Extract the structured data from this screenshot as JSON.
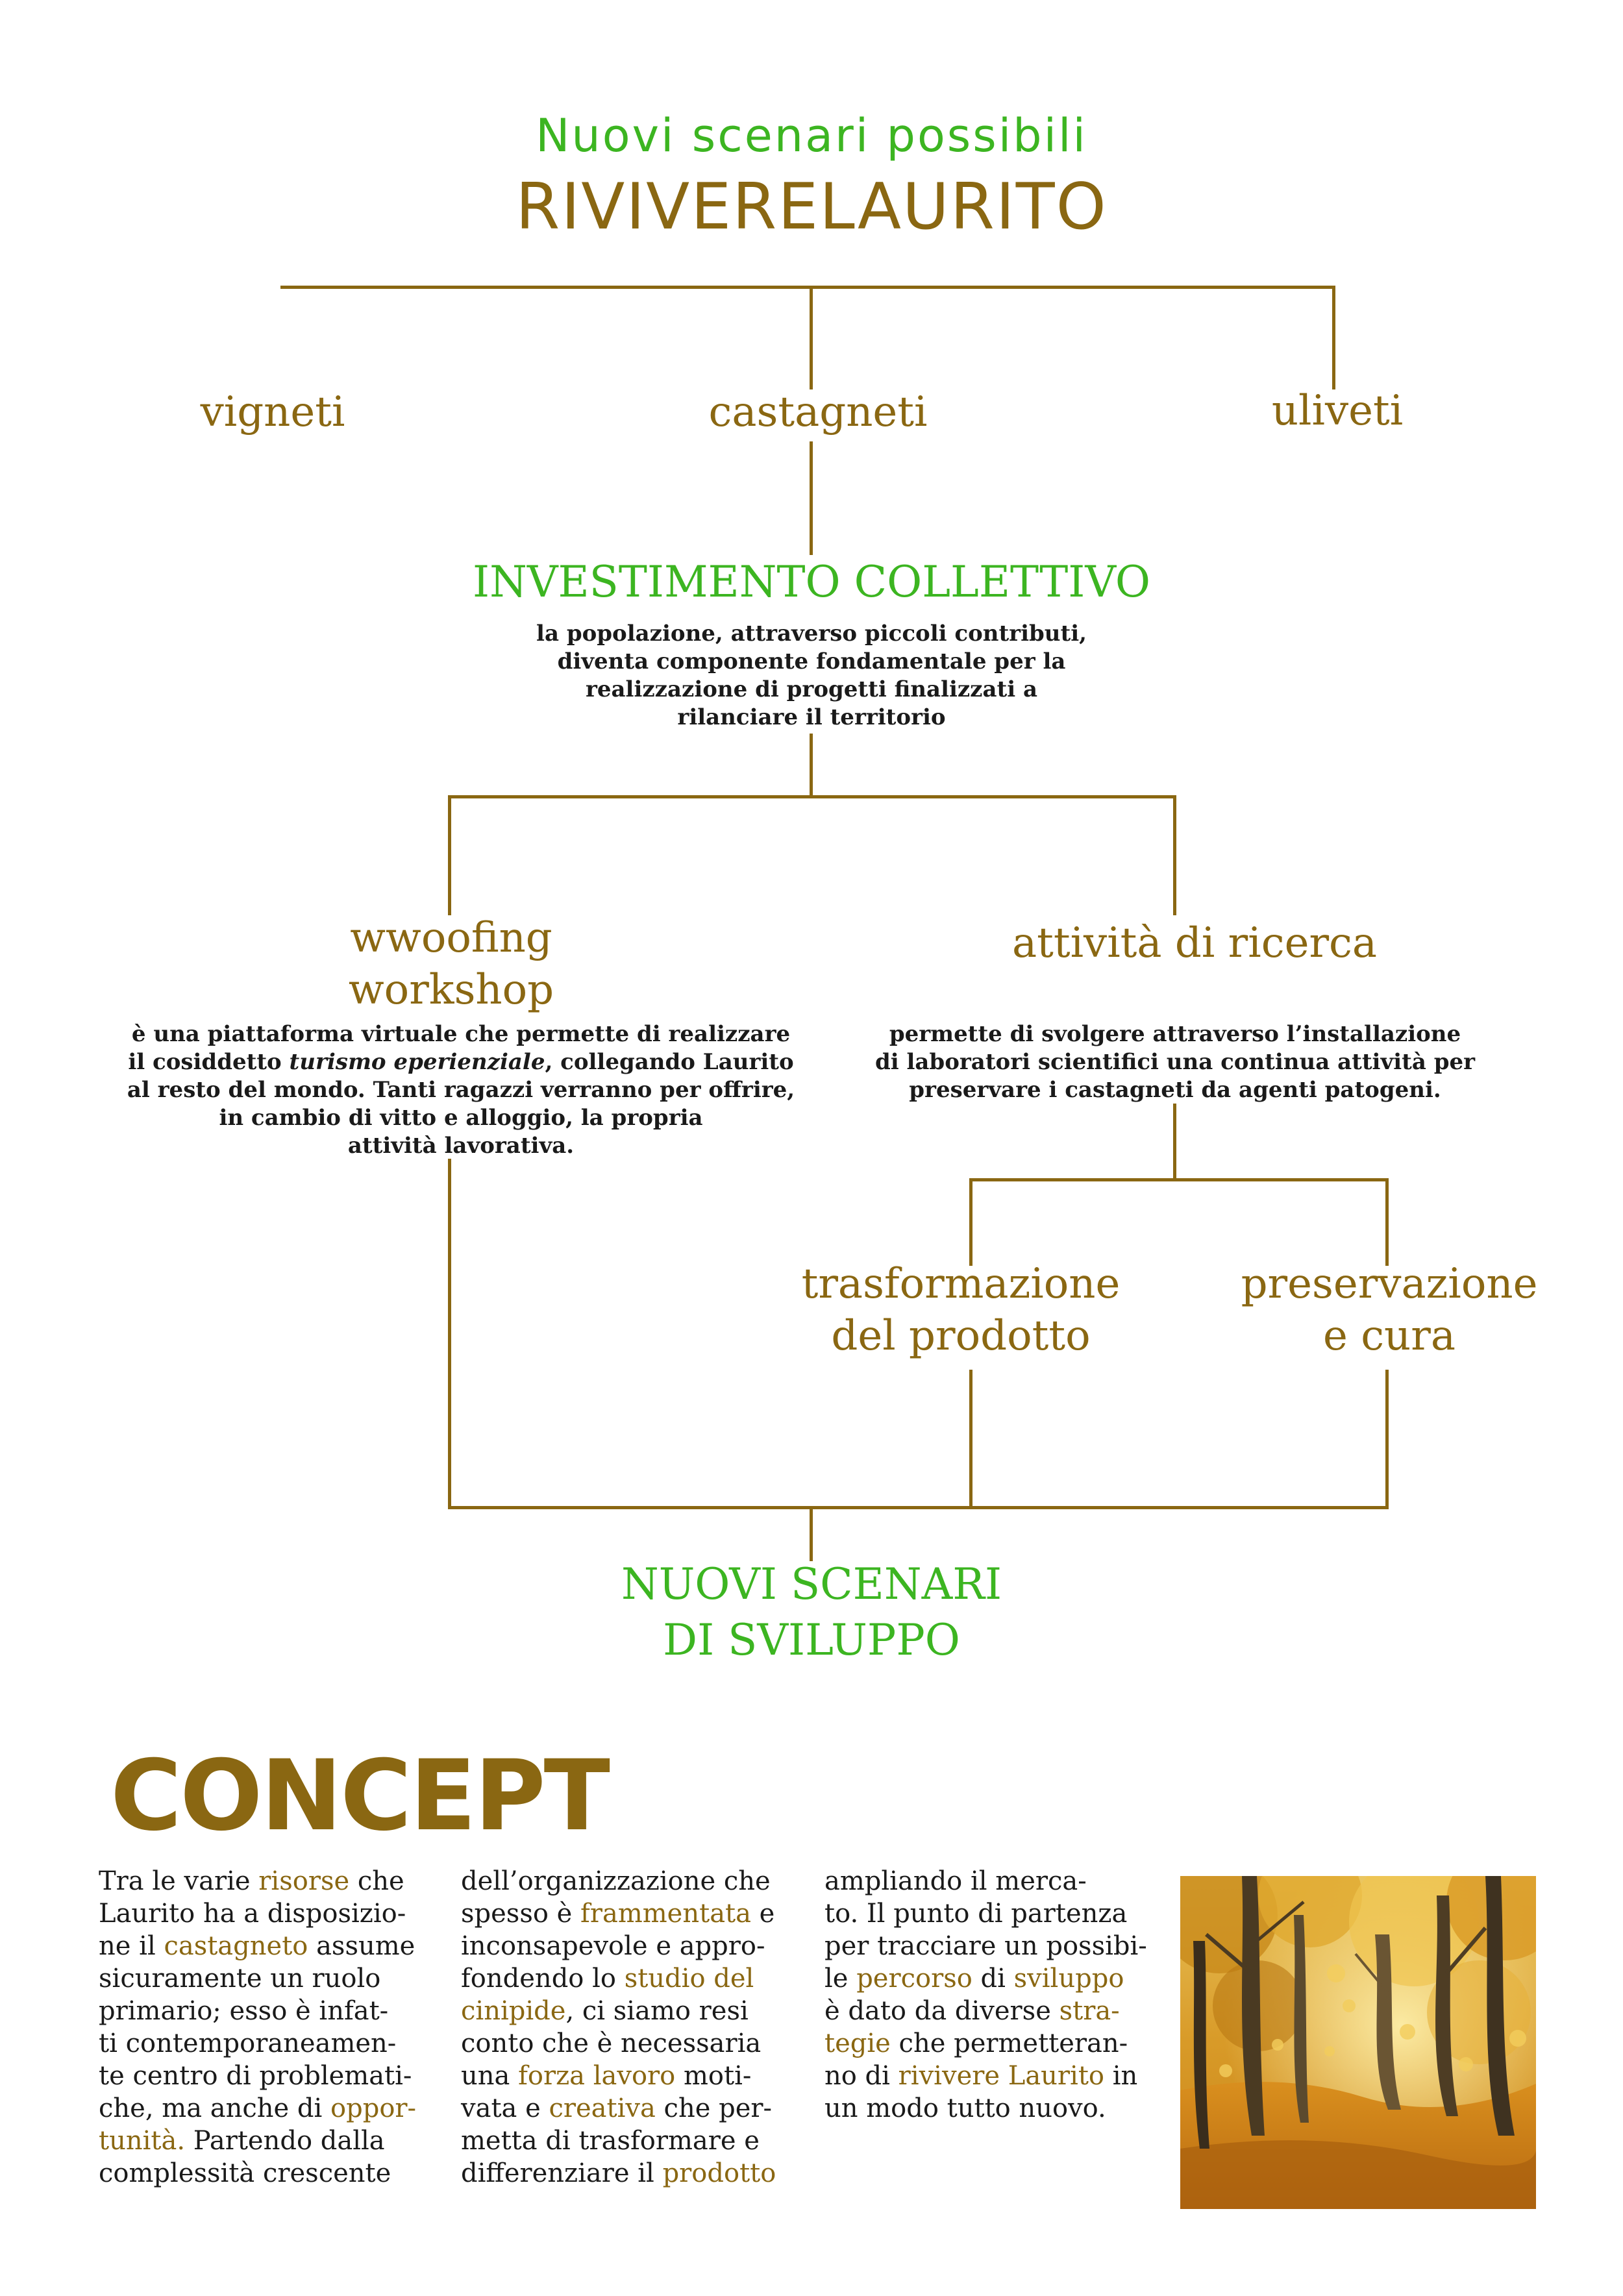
{
  "header": {
    "subtitle": "Nuovi scenari possibili",
    "title": "RIVIVERELAURITO"
  },
  "branches": {
    "left": "vigneti",
    "center": "castagneti",
    "right": "uliveti"
  },
  "investimento": {
    "title": "INVESTIMENTO COLLETTIVO",
    "lines": [
      "la popolazione, attraverso piccoli contributi,",
      "diventa componente fondamentale per la",
      "realizzazione di progetti finalizzati a",
      "rilanciare il territorio"
    ]
  },
  "wwoofing": {
    "title_line1": "wwoofing",
    "title_line2": "workshop",
    "line1": "è una piattaforma virtuale che permette di realizzare",
    "line2_pre": "il cosiddetto ",
    "line2_em": "turismo eperienziale",
    "line2_post": ", collegando Laurito",
    "line3": "al resto del mondo. Tanti ragazzi verranno per offrire,",
    "line4": "in cambio di vitto e alloggio, la propria",
    "line5": "attività lavorativa."
  },
  "ricerca": {
    "title": "attività di ricerca",
    "lines": [
      "permette di svolgere attraverso l’installazione",
      "di laboratori scientifici una continua attività per",
      "preservare i castagneti da agenti patogeni."
    ]
  },
  "trasformazione": {
    "line1": "trasformazione",
    "line2": "del prodotto"
  },
  "preservazione": {
    "line1": "preservazione",
    "line2": "e cura"
  },
  "sviluppo": {
    "line1": "NUOVI SCENARI",
    "line2": "DI SVILUPPO"
  },
  "concept": {
    "heading": "CONCEPT",
    "col1": [
      [
        "Tra le varie ",
        "risorse",
        " che"
      ],
      [
        "Laurito ha a disposizio-"
      ],
      [
        "ne il ",
        "castagneto",
        " assume"
      ],
      [
        "sicuramente un ruolo"
      ],
      [
        "primario; esso è infat-"
      ],
      [
        "ti contemporaneamen-"
      ],
      [
        "te centro di problemati-"
      ],
      [
        "che, ma anche di ",
        "oppor-"
      ],
      [
        "",
        "tunità.",
        " Partendo dalla"
      ],
      [
        "complessità crescente"
      ]
    ],
    "col2": [
      [
        "dell’organizzazione che"
      ],
      [
        "spesso è ",
        "frammentata",
        " e"
      ],
      [
        "inconsapevole e appro-"
      ],
      [
        "fondendo lo ",
        "studio del"
      ],
      [
        "",
        "cinipide",
        ", ci siamo resi"
      ],
      [
        "conto che è necessaria"
      ],
      [
        "una ",
        "forza lavoro",
        " moti-"
      ],
      [
        "vata e ",
        "creativa",
        " che per-"
      ],
      [
        "metta di trasformare e"
      ],
      [
        "differenziare il ",
        "prodotto"
      ]
    ],
    "col3": [
      [
        "ampliando il merca-"
      ],
      [
        "to. Il punto di partenza"
      ],
      [
        "per tracciare un possibi-"
      ],
      [
        "le ",
        "percorso",
        " di ",
        "sviluppo"
      ],
      [
        "è dato da diverse ",
        "stra-"
      ],
      [
        "",
        "tegie",
        " che permetteran-"
      ],
      [
        "no di ",
        "rivivere Laurito",
        " in"
      ],
      [
        "un modo tutto nuovo."
      ]
    ]
  },
  "colors": {
    "green": "#3cb521",
    "brown": "#8a6712",
    "text": "#1a1a1a"
  }
}
